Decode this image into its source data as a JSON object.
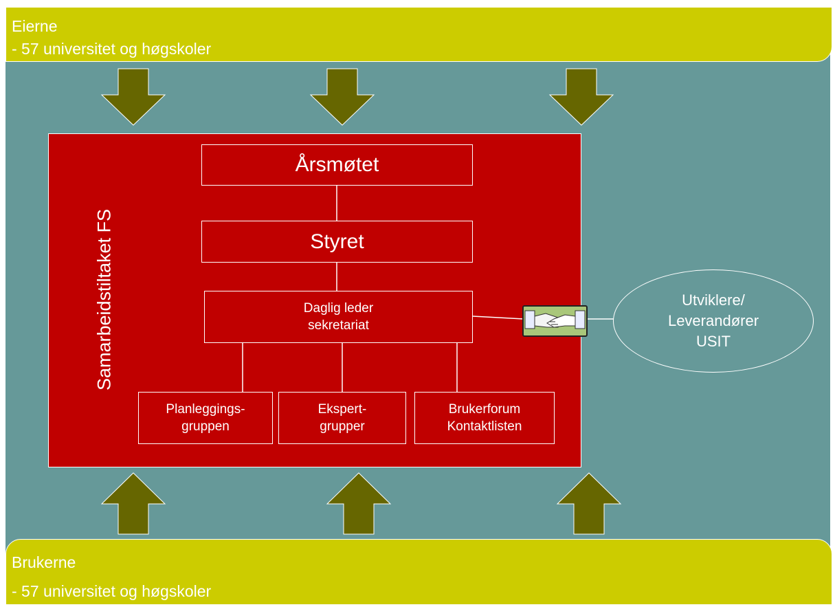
{
  "owners": {
    "title": "Eierne",
    "subtitle": "- 57 universitet og høgskoler"
  },
  "users": {
    "title": "Brukerne",
    "subtitle": "- 57 universitet og høgskoler"
  },
  "organization": {
    "label": "Samarbeidstiltaket FS"
  },
  "nodes": {
    "annual_meeting": "Årsmøtet",
    "board": "Styret",
    "daily_leader": [
      "Daglig leder",
      "sekretariat"
    ],
    "planning_group": [
      "Planleggings-",
      "gruppen"
    ],
    "expert_groups": [
      "Ekspert-",
      "grupper"
    ],
    "user_forum": [
      "Brukerforum",
      "Kontaktlisten"
    ]
  },
  "developers": [
    "Utviklere/",
    "Leverandører",
    "USIT"
  ],
  "icons": {
    "agreement": "handshake-icon",
    "arrows_down": "arrow-down-icon",
    "arrows_up": "arrow-up-icon"
  },
  "colors": {
    "teal": "#669999",
    "banner": "#cccc00",
    "box": "#c00000",
    "arrow": "#666600"
  }
}
